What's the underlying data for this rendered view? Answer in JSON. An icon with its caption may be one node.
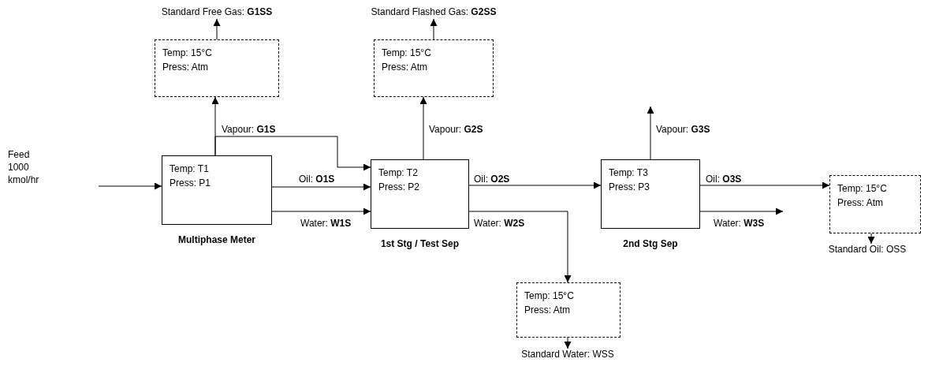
{
  "diagram": {
    "nodes": [
      {
        "text": [
          "Standard Free Gas: **G1SS**"
        ]
      },
      {
        "text": [
          "Standard Flashed Gas: **G2SS**"
        ]
      },
      {
        "text": [
          "Temp: 15°C Press: Atm"
        ]
      },
      {
        "text": [
          "Temp: 15°C Press: Atm"
        ]
      },
      {
        "text": [
          "Feed 1000 kmol/hr"
        ]
      },
      {
        "text": [
          "Temp: T1 Press: P1",
          "Multiphase Meter"
        ]
      },
      {
        "text": [
          "Temp: T2 Press: P2",
          "1st Stg / Test Sep"
        ]
      },
      {
        "text": [
          "Temp: T3 Press: P3",
          "2nd Stg Sep"
        ]
      },
      {
        "text": [
          "Temp: 15°C Press: Atm"
        ]
      },
      {
        "text": [
          "Standard Oil: OSS"
        ]
      },
      {
        "text": [
          "Temp: 15°C Press: Atm"
        ]
      },
      {
        "text": [
          "Standard Water: WSS"
        ]
      }
    ],
    "edges": [
      {
        "from": 4,
        "to": 5,
        "arrow": "to"
      },
      {
        "from": 5,
        "to": 2,
        "arrow": "to"
      },
      {
        "from": 5,
        "to": 6,
        "arrow": "to",
        "label": "Vapour: **G1S**"
      },
      {
        "from": 5,
        "to": 6,
        "arrow": "to",
        "label": "Oil: **O1S**"
      },
      {
        "from": 5,
        "to": 6,
        "arrow": "to",
        "label": "Water: **W1S**"
      },
      {
        "from": 2,
        "to": 0,
        "arrow": "to"
      },
      {
        "from": 6,
        "to": 3,
        "arrow": "to",
        "label": "Vapour: **G2S**"
      },
      {
        "from": 3,
        "to": 1,
        "arrow": "to"
      },
      {
        "from": 6,
        "to": 7,
        "arrow": "to",
        "label": "Oil: **O2S**"
      },
      {
        "from": 6,
        "to": 10,
        "arrow": "to",
        "label": "Water: **W2S**"
      },
      {
        "from": 10,
        "to": 11,
        "arrow": "to"
      },
      {
        "from": 7,
        "to": null,
        "arrow": "to",
        "label": "Vapour: **G3S**"
      },
      {
        "from": 7,
        "to": 8,
        "arrow": "to",
        "label": "Oil: **O3S**"
      },
      {
        "from": 7,
        "to": null,
        "arrow": "to",
        "label": "Water: **W3S**"
      },
      {
        "from": 8,
        "to": 9,
        "arrow": "to"
      }
    ]
  }
}
